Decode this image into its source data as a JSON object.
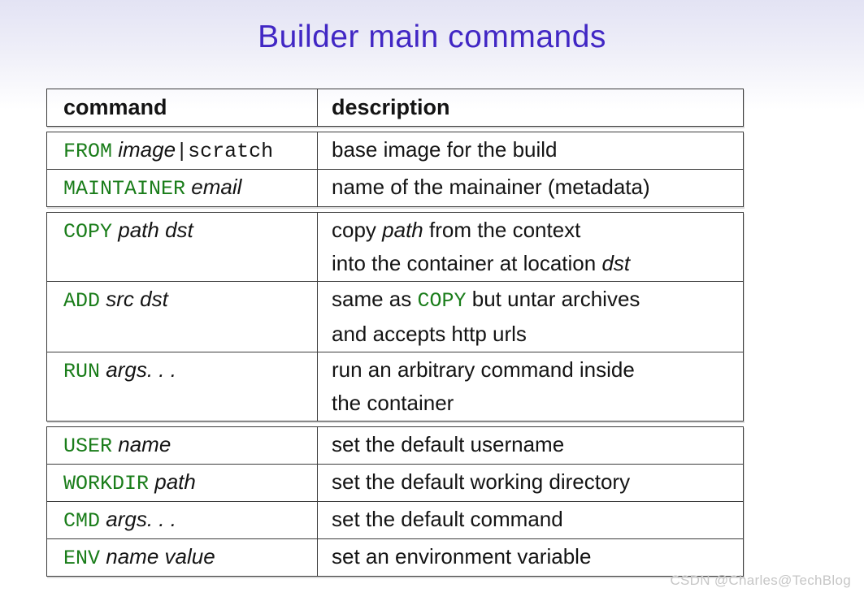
{
  "title": "Builder main commands",
  "watermark": "CSDN @Charles@TechBlog",
  "colors": {
    "title": "#4127c4",
    "keyword_green": "#1a7d1a",
    "table_border": "#3c3c3c",
    "background_top": "#e3e3f4",
    "watermark": "#c6c6c6",
    "text": "#141414"
  },
  "table": {
    "header": {
      "command": "command",
      "description": "description"
    },
    "groups": [
      {
        "rows": [
          {
            "name": "FROM",
            "cmd": [
              [
                "kw",
                "FROM"
              ],
              [
                "it",
                " image"
              ],
              [
                "tt",
                "|scratch"
              ]
            ],
            "desc": [
              [
                [
                  "pl",
                  "base image for the build"
                ]
              ]
            ]
          },
          {
            "name": "MAINTAINER",
            "cmd": [
              [
                "kw",
                "MAINTAINER"
              ],
              [
                "it",
                " email"
              ]
            ],
            "desc": [
              [
                [
                  "pl",
                  "name of the mainainer (metadata)"
                ]
              ]
            ]
          }
        ]
      },
      {
        "rows": [
          {
            "name": "COPY",
            "cmd": [
              [
                "kw",
                "COPY"
              ],
              [
                "it",
                " path dst"
              ]
            ],
            "desc": [
              [
                [
                  "pl",
                  "copy "
                ],
                [
                  "it",
                  "path"
                ],
                [
                  "pl",
                  " from the context"
                ]
              ],
              [
                [
                  "pl",
                  "into the container at location "
                ],
                [
                  "it",
                  "dst"
                ]
              ]
            ]
          },
          {
            "name": "ADD",
            "cmd": [
              [
                "kw",
                "ADD"
              ],
              [
                "it",
                " src dst"
              ]
            ],
            "desc": [
              [
                [
                  "pl",
                  "same as "
                ],
                [
                  "kw",
                  "COPY"
                ],
                [
                  "pl",
                  " but untar archives"
                ]
              ],
              [
                [
                  "pl",
                  "and accepts http urls"
                ]
              ]
            ]
          },
          {
            "name": "RUN",
            "cmd": [
              [
                "kw",
                "RUN"
              ],
              [
                "it",
                " args. . ."
              ]
            ],
            "desc": [
              [
                [
                  "pl",
                  "run an arbitrary command inside"
                ]
              ],
              [
                [
                  "pl",
                  "the container"
                ]
              ]
            ]
          }
        ]
      },
      {
        "rows": [
          {
            "name": "USER",
            "cmd": [
              [
                "kw",
                "USER"
              ],
              [
                "it",
                " name"
              ]
            ],
            "desc": [
              [
                [
                  "pl",
                  "set the default username"
                ]
              ]
            ]
          },
          {
            "name": "WORKDIR",
            "cmd": [
              [
                "kw",
                "WORKDIR"
              ],
              [
                "it",
                " path"
              ]
            ],
            "desc": [
              [
                [
                  "pl",
                  "set the default working directory"
                ]
              ]
            ]
          },
          {
            "name": "CMD",
            "cmd": [
              [
                "kw",
                "CMD"
              ],
              [
                "it",
                " args. . ."
              ]
            ],
            "desc": [
              [
                [
                  "pl",
                  "set the default command"
                ]
              ]
            ]
          },
          {
            "name": "ENV",
            "cmd": [
              [
                "kw",
                "ENV"
              ],
              [
                "it",
                " name value"
              ]
            ],
            "desc": [
              [
                [
                  "pl",
                  "set an environment variable"
                ]
              ]
            ]
          }
        ]
      }
    ]
  }
}
